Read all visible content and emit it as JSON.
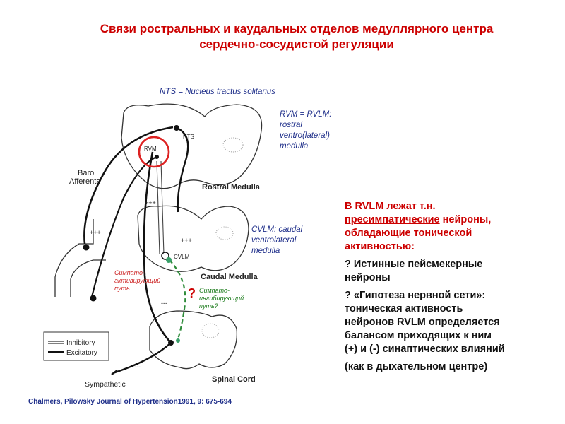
{
  "title": {
    "line1": "Связи ростральных и каудальных отделов медуллярного центра",
    "line2": "сердечно-сосудистой регуляции"
  },
  "labels": {
    "nts_def": "NTS = Nucleus tractus solitarius",
    "rvm_def": [
      "RVM = RVLM:",
      "rostral",
      "ventro(lateral)",
      "medulla"
    ],
    "cvlm_def": [
      "CVLM: caudal",
      "ventrolateral",
      "medulla"
    ]
  },
  "figure": {
    "nts": "NTS",
    "rvm": "RVM",
    "cvlm": "CVLM",
    "rostral_medulla": "Rostral Medulla",
    "caudal_medulla": "Caudal Medulla",
    "spinal_cord": "Spinal Cord",
    "baro_afferents": [
      "Baro",
      "Afferents"
    ],
    "sympathetic": "Sympathetic",
    "legend": {
      "inhibitory": "Inhibitory",
      "excitatory": "Excitatory"
    },
    "signs": {
      "plus": "+++",
      "minus": "---"
    }
  },
  "annotations": {
    "sympato_activating": [
      "Симпато-",
      "активирующий",
      "путь"
    ],
    "sympato_inhibiting": [
      "Симпато-",
      "ингибирующий",
      "путь?"
    ],
    "question_mark": "?"
  },
  "text_block": {
    "line1_pre": "В RVLM лежат т.н.",
    "underlined": "пресимпатические",
    "line2_post": " нейроны,",
    "line3": "обладающие тонической",
    "line4": "активностью:",
    "p2": [
      "? Истинные пейсмекерные",
      "нейроны"
    ],
    "p3": [
      "? «Гипотеза нервной сети»:",
      "тоническая активность",
      "нейронов RVLM определяется",
      "балансом приходящих к ним",
      "(+) и (-) синаптических влияний"
    ],
    "p4": "(как в дыхательном центре)"
  },
  "citation": "Chalmers, Pilowsky Journal of Hypertension1991, 9: 675-694",
  "colors": {
    "title": "#cc0000",
    "label": "#1f2f8a",
    "highlight_circle": "#dd2222",
    "inhibit_path": "#2e8b3a"
  }
}
